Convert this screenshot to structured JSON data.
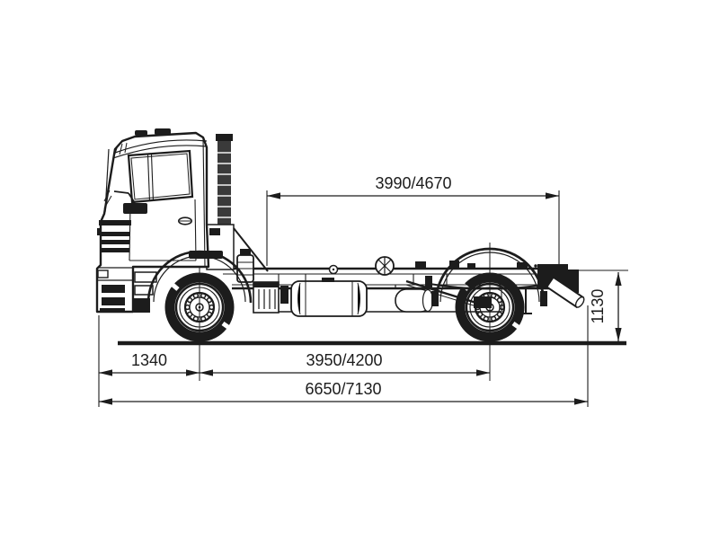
{
  "page": {
    "background": "#ffffff",
    "ink_color": "#1c1c1c"
  },
  "drawing": {
    "type": "technical-dimension-diagram",
    "subject": "cab chassis truck side elevation",
    "dimensions": {
      "frame_length_top": "3990/4670",
      "rear_frame_height": "1130",
      "front_overhang": "1340",
      "wheelbase": "3950/4200",
      "overall_length": "6650/7130"
    }
  }
}
